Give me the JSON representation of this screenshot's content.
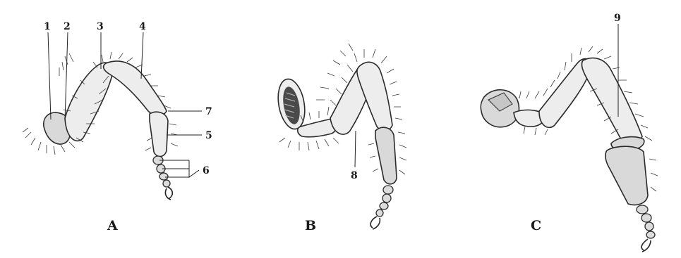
{
  "figure": {
    "panels": [
      {
        "id": "A",
        "label": "A",
        "callouts": [
          "1",
          "2",
          "3",
          "4",
          "7",
          "5",
          "6"
        ]
      },
      {
        "id": "B",
        "label": "B",
        "callouts": [
          "8"
        ]
      },
      {
        "id": "C",
        "label": "C",
        "callouts": [
          "9"
        ]
      }
    ],
    "style": {
      "ink": "#2a2a2a",
      "paper": "#ffffff",
      "shade": "#dcdcdc"
    }
  }
}
